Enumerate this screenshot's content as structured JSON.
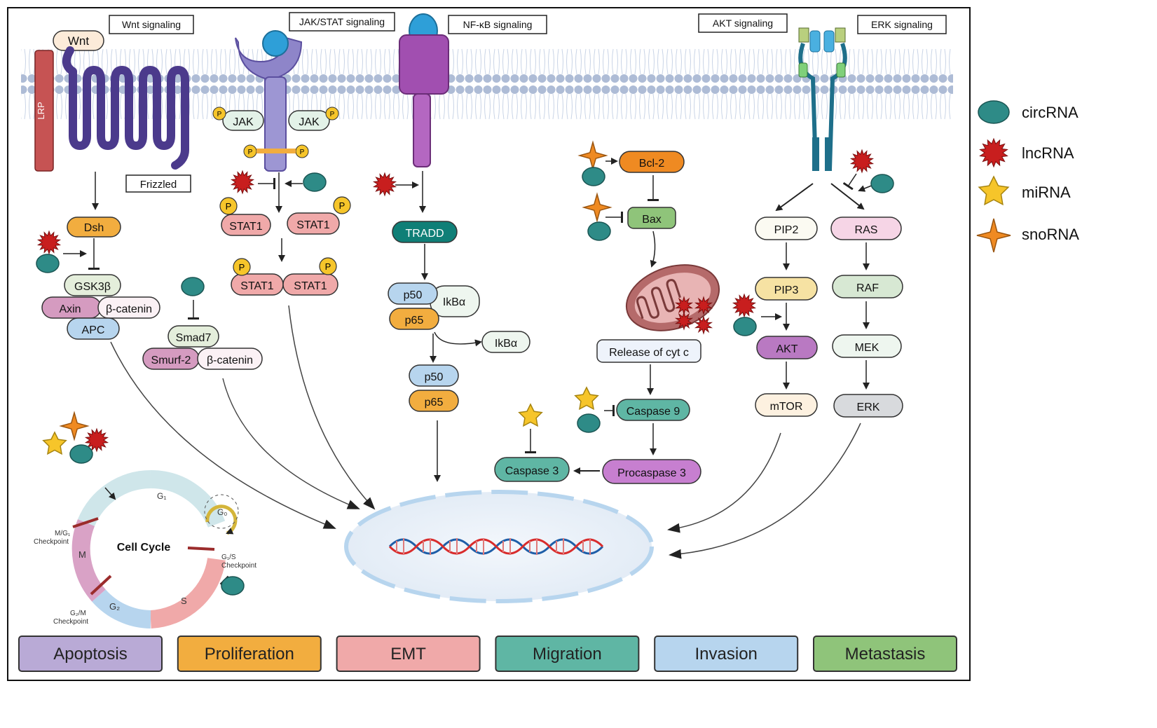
{
  "titles": {
    "wnt": "Wnt signaling",
    "jak": "JAK/STAT signaling",
    "nfkb": "NF-κB signaling",
    "akt": "AKT signaling",
    "erk": "ERK signaling"
  },
  "legend": {
    "circrna": "circRNA",
    "lncrna": "lncRNA",
    "mirna": "miRNA",
    "snorna": "snoRNA"
  },
  "wnt": {
    "ligand": "Wnt",
    "lrp": "LRP",
    "frizzled": "Frizzled",
    "dsh": "Dsh",
    "gsk": "GSK3β",
    "axin": "Axin",
    "bcat": "β-catenin",
    "apc": "APC",
    "smad7": "Smad7",
    "smurf": "Smurf-2",
    "bcat2": "β-catenin"
  },
  "jak": {
    "jak": "JAK",
    "p": "P",
    "stat1": "STAT1"
  },
  "nfkb": {
    "tradd": "TRADD",
    "p50": "p50",
    "p65": "p65",
    "ikba": "IkBα"
  },
  "apop": {
    "bcl2": "Bcl-2",
    "bax": "Bax",
    "cytc": "Release of cyt c",
    "casp9": "Caspase 9",
    "procasp3": "Procaspase 3",
    "casp3": "Caspase 3"
  },
  "akt": {
    "pip2": "PIP2",
    "pip3": "PIP3",
    "akt": "AKT",
    "mtor": "mTOR"
  },
  "erk": {
    "ras": "RAS",
    "raf": "RAF",
    "mek": "MEK",
    "erk": "ERK"
  },
  "cell_cycle": {
    "title": "Cell Cycle",
    "g1": "G₁",
    "g0": "G₀",
    "s": "S",
    "g2": "G₂",
    "m": "M",
    "mg1": "M/G₁",
    "g1s": "G₁/S",
    "g2m": "G₂/M",
    "checkpoint": "Checkpoint"
  },
  "outcomes": [
    {
      "label": "Apoptosis",
      "color": "#b9aad6"
    },
    {
      "label": "Proliferation",
      "color": "#f2ad3f"
    },
    {
      "label": "EMT",
      "color": "#f0a9a9"
    },
    {
      "label": "Migration",
      "color": "#5fb6a4"
    },
    {
      "label": "Invasion",
      "color": "#b7d5ee"
    },
    {
      "label": "Metastasis",
      "color": "#8fc47a"
    }
  ],
  "colors": {
    "circrna": "#2e8b87",
    "lncrna": "#c81e1e",
    "mirna": "#f6c52a",
    "snorna": "#ef8a22",
    "membrane": "#aebcd6"
  }
}
